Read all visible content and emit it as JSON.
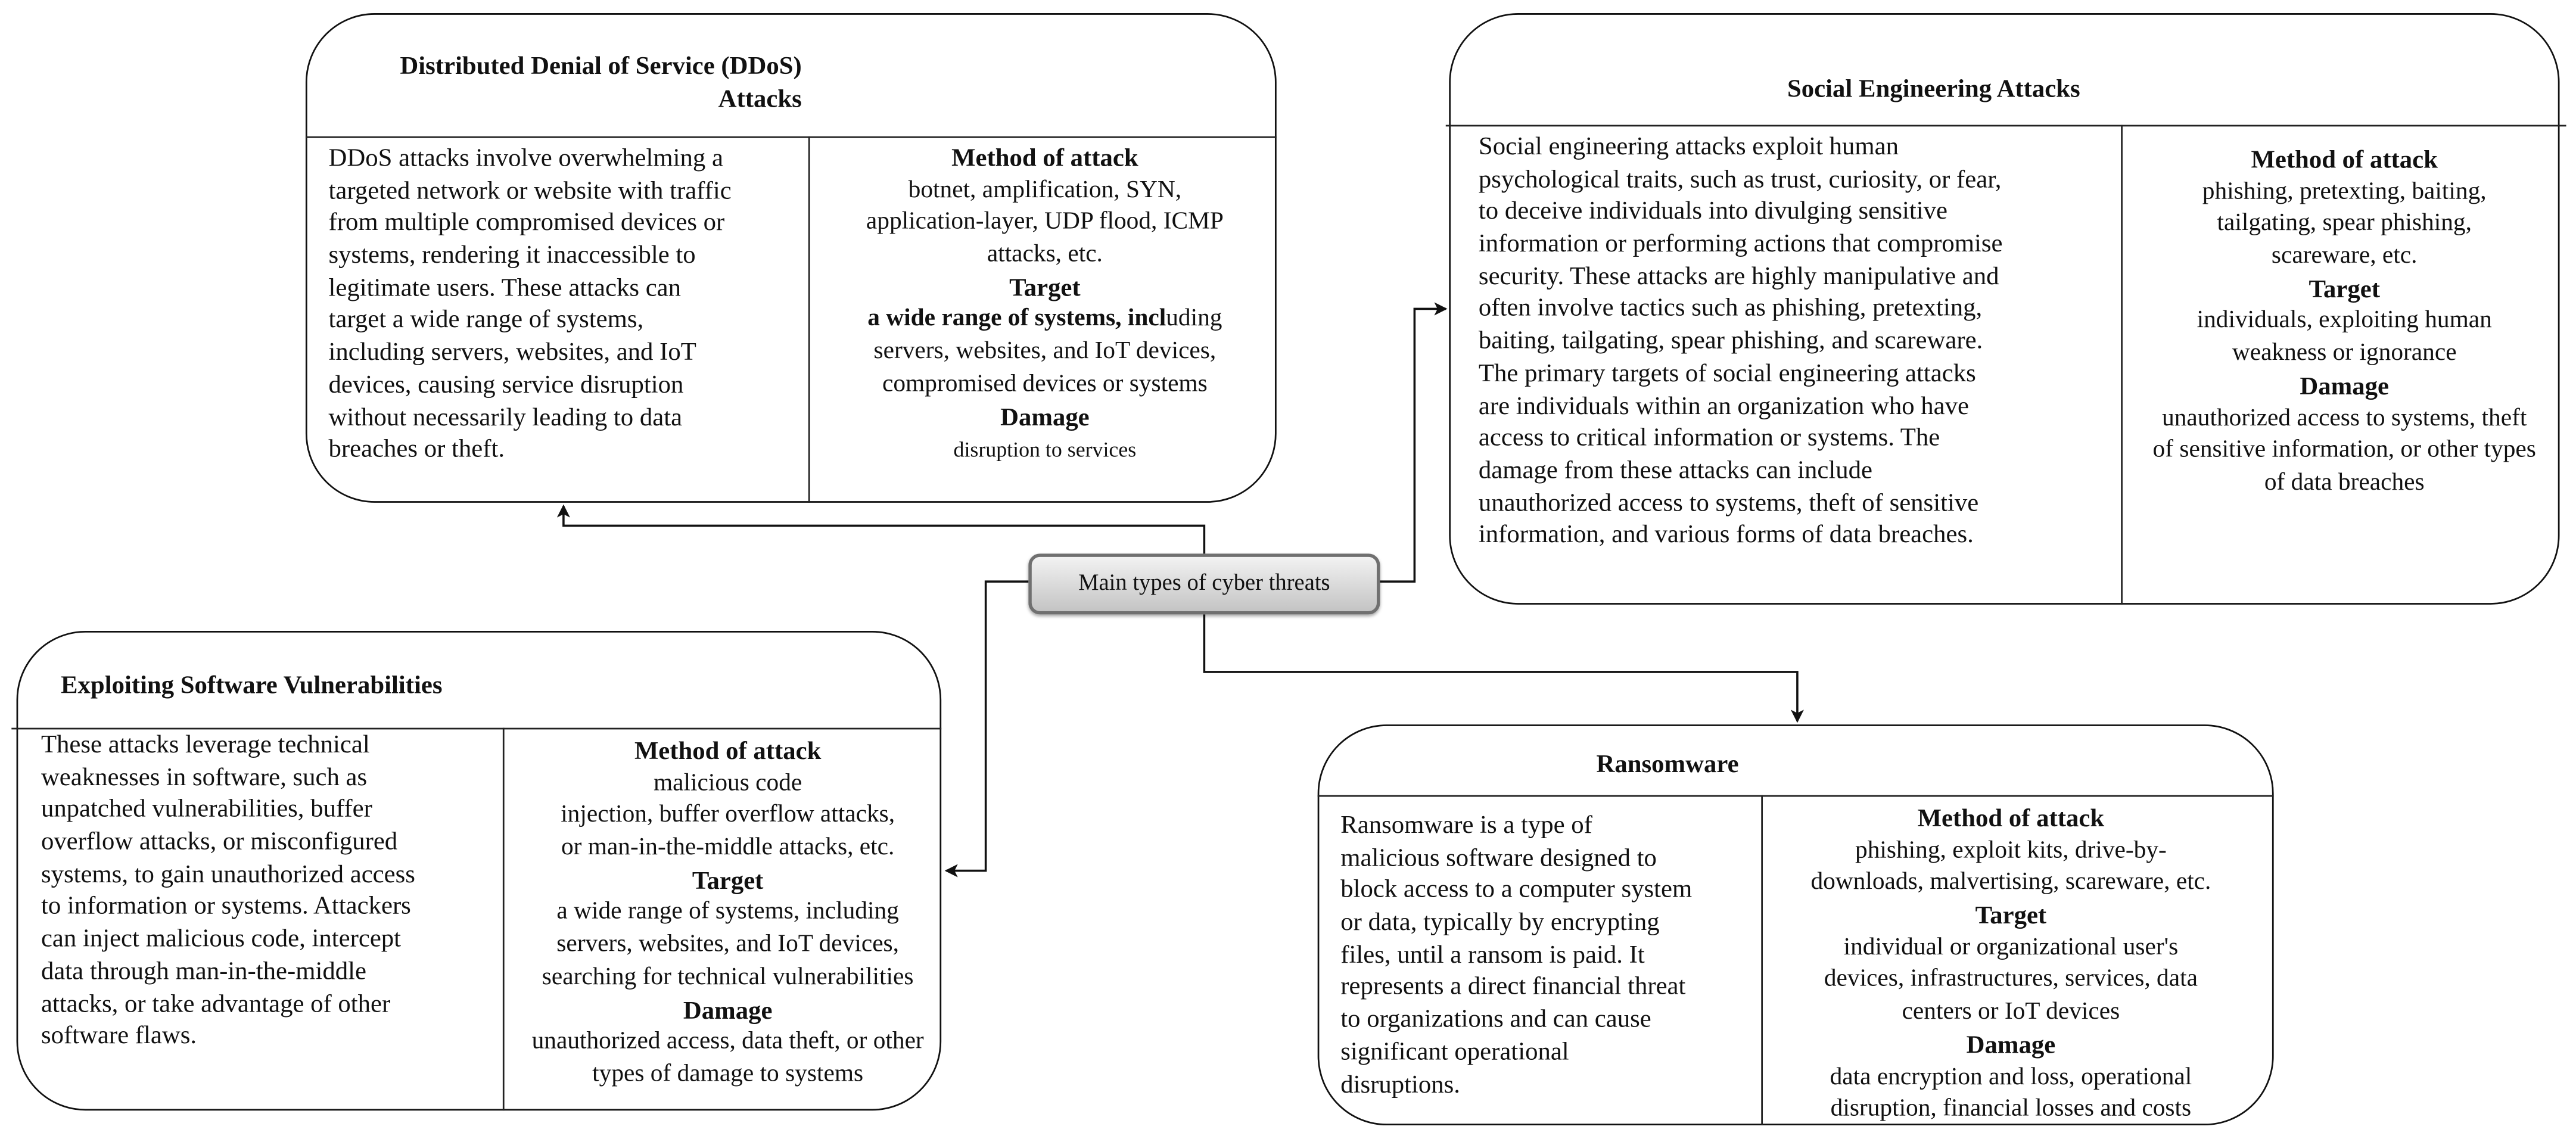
{
  "center_node": {
    "label": "Main types of cyber threats"
  },
  "boxes": {
    "ddos": {
      "title_lines": [
        "Distributed Denial of Service (DDoS)",
        "Attacks"
      ],
      "description_lines": [
        "DDoS attacks involve overwhelming a",
        "targeted network or website with traffic",
        "from multiple compromised devices or",
        "systems, rendering it inaccessible to",
        "legitimate users. These attacks can",
        "target a wide range of systems,",
        "including servers, websites, and IoT",
        "devices, causing service disruption",
        "without necessarily leading to data",
        "breaches or theft."
      ],
      "method_heading": "Method of attack",
      "method_lines": [
        "botnet, amplification, SYN,",
        "application-layer, UDP flood, ICMP",
        "attacks, etc."
      ],
      "target_heading": "Target",
      "target_lines": [
        {
          "bold": "a wide range of systems, incl",
          "text": "uding"
        },
        "servers, websites, and IoT devices,",
        "compromised devices or systems"
      ],
      "damage_heading": "Damage",
      "damage_lines": [
        "disruption to services"
      ]
    },
    "social": {
      "title_lines": [
        "Social Engineering Attacks"
      ],
      "description_lines": [
        "Social engineering attacks exploit human",
        "psychological traits, such as trust, curiosity, or fear,",
        "to deceive individuals into divulging  sensitive",
        "information or performing actions that compromise",
        "security.  These attacks are highly manipulative and",
        "often involve tactics such as phishing, pretexting,",
        "baiting, tailgating, spear phishing, and scareware.",
        "The primary targets of social engineering attacks",
        "are individuals within an organization who have",
        "access to critical information or systems. The",
        "damage from these attacks can include",
        "unauthorized access to systems, theft of sensitive",
        "information, and various forms of data breaches."
      ],
      "method_heading": "Method of attack",
      "method_lines": [
        "phishing, pretexting, baiting,",
        "tailgating, spear phishing,",
        "scareware, etc."
      ],
      "target_heading": "Target",
      "target_lines": [
        "individuals, exploiting human",
        "weakness or ignorance"
      ],
      "damage_heading": "Damage",
      "damage_lines": [
        "unauthorized access to systems, theft",
        "of sensitive information, or other types",
        "of data breaches"
      ]
    },
    "exploit": {
      "title_lines": [
        "Exploiting Software Vulnerabilities"
      ],
      "description_lines": [
        "These attacks leverage technical",
        "weaknesses in software, such as",
        "unpatched vulnerabilities, buffer",
        "overflow attacks, or misconfigured",
        "systems, to gain unauthorized access",
        "to information or systems. Attackers",
        "can inject malicious code, intercept",
        "data through man-in-the-middle",
        "attacks, or take advantage of other",
        "software flaws."
      ],
      "method_heading": "Method of attack",
      "method_lines": [
        "malicious code",
        "injection, buffer overflow attacks,",
        "or man-in-the-middle attacks, etc."
      ],
      "target_heading": "Target",
      "target_lines": [
        "a wide range of systems, including",
        "servers, websites, and IoT devices,",
        "searching for technical vulnerabilities"
      ],
      "damage_heading": "Damage",
      "damage_lines": [
        "unauthorized access, data theft, or other",
        "types of damage to systems"
      ]
    },
    "ransomware": {
      "title_lines": [
        "Ransomware"
      ],
      "description_lines": [
        "Ransomware is a type of",
        "malicious software designed to",
        "block access to a computer system",
        "or data, typically by encrypting",
        "files, until a ransom is paid. It",
        "represents a direct financial threat",
        "to organizations and can cause",
        "significant operational",
        "disruptions."
      ],
      "method_heading": "Method of attack",
      "method_lines": [
        "phishing, exploit kits, drive-by-",
        "downloads, malvertising, scareware, etc."
      ],
      "target_heading": "Target",
      "target_lines": [
        "individual or organizational user's",
        "devices, infrastructures, services, data",
        "centers or IoT devices"
      ],
      "damage_heading": "Damage",
      "damage_lines": [
        "data encryption and loss, operational",
        "disruption, financial losses and costs"
      ]
    }
  }
}
